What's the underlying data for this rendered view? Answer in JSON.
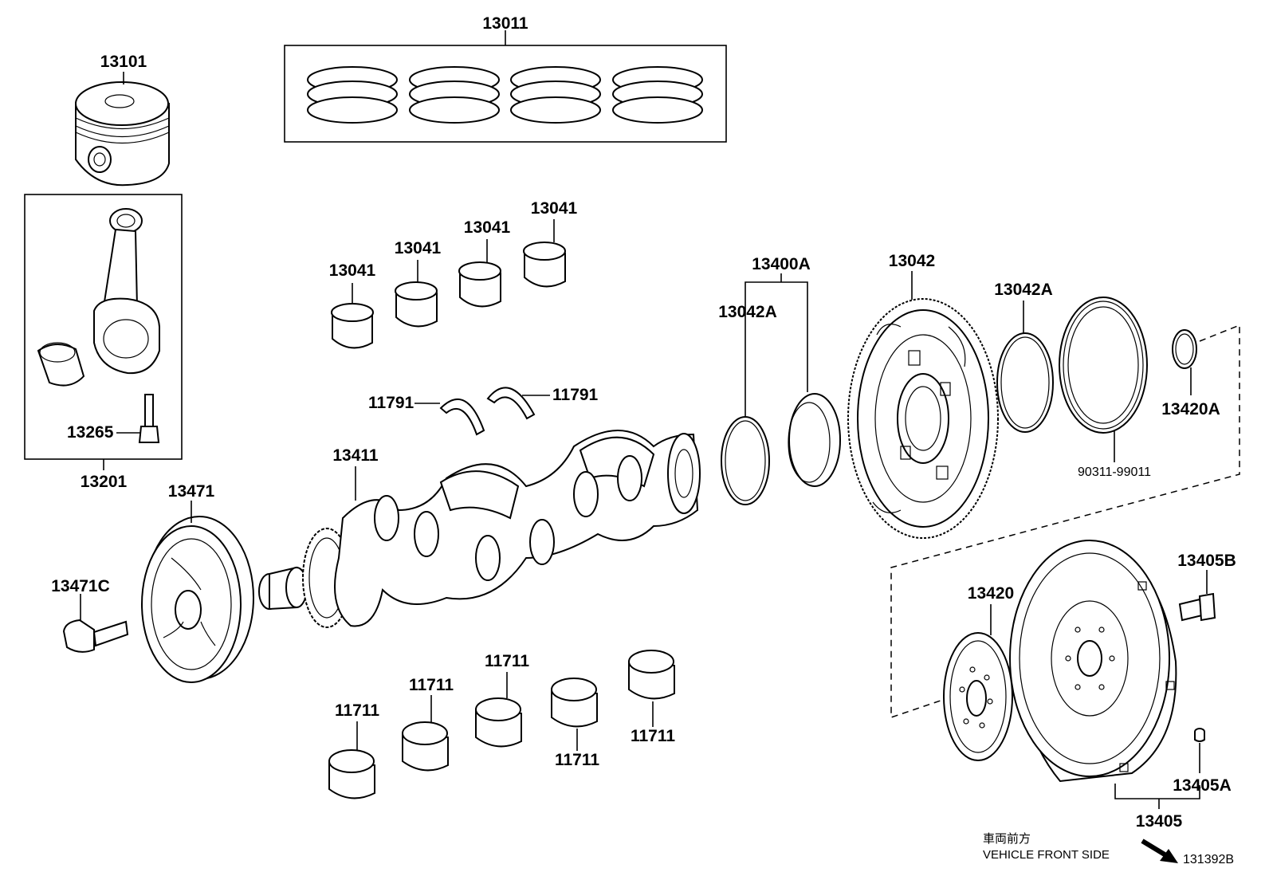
{
  "labels": {
    "piston": "13101",
    "ring_set": "13011",
    "conrod_assy": "13201",
    "conrod_bolt": "13265",
    "conrod_bearing_1": "13041",
    "conrod_bearing_2": "13041",
    "conrod_bearing_3": "13041",
    "conrod_bearing_4": "13041",
    "thrust_washer_left": "11791",
    "thrust_washer_right": "11791",
    "crankshaft": "13411",
    "pulley": "13471",
    "pulley_bolt": "13471C",
    "main_bearing_1": "11711",
    "main_bearing_2": "11711",
    "main_bearing_3": "11711",
    "main_bearing_4": "11711",
    "main_bearing_5": "11711",
    "seal_set": "13400A",
    "seal_ring": "13042A",
    "gear_ring": "13042",
    "seal_ring_2": "13042A",
    "oil_seal": "90311-99011",
    "spacer": "13420A",
    "bolt_b": "13405B",
    "plate": "13420",
    "flywheel": "13405",
    "pin": "13405A"
  },
  "footer": {
    "direction_jp": "車両前方",
    "direction_en": "VEHICLE FRONT SIDE",
    "diagram_code": "131392B"
  },
  "icons": [
    "front-direction-arrow-icon"
  ]
}
